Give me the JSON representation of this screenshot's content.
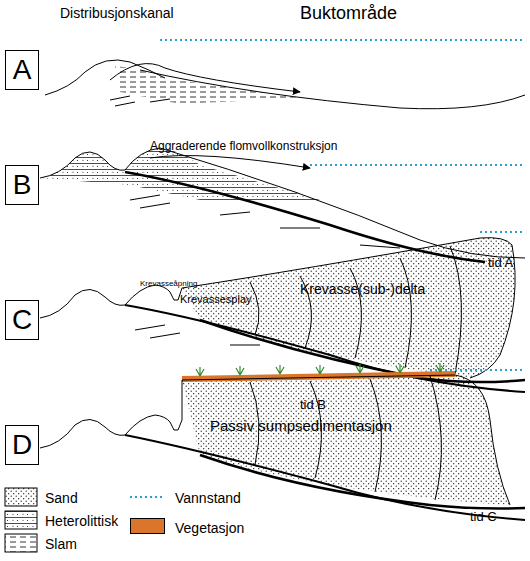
{
  "diagram": {
    "nodes": [
      {
        "text": [
          "A"
        ]
      },
      {
        "text": [
          "B"
        ]
      },
      {
        "text": [
          "C"
        ]
      },
      {
        "text": [
          "D"
        ]
      }
    ],
    "labels": [
      "Distribusjonskanal",
      "Buktområde",
      "Aggraderende flomvollkonstruksjon",
      "tid A",
      "Krevasseåpning",
      "Krevassesplay",
      "Krevasse(sub-)delta",
      "tid B",
      "Passiv sumpsedimentasjon",
      "tid C"
    ],
    "legend": [
      {
        "text": "Sand"
      },
      {
        "text": "Heterolittisk"
      },
      {
        "text": "Slam"
      },
      {
        "text": "Vannstand"
      },
      {
        "text": "Vegetasjon",
        "color": "#d9762b"
      }
    ]
  }
}
